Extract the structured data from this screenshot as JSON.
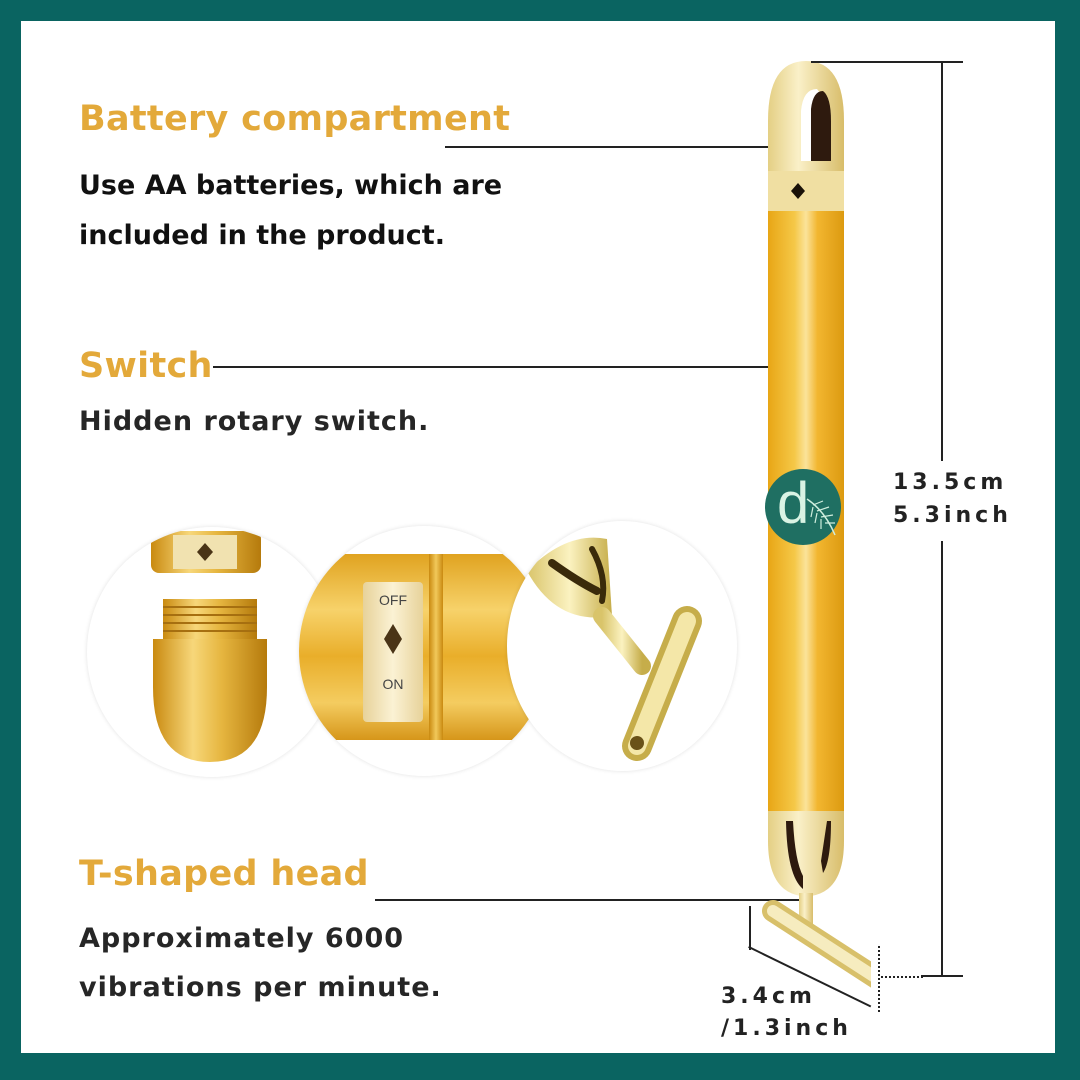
{
  "frame": {
    "border_color": "#0a6461",
    "background": "#ffffff"
  },
  "colors": {
    "heading": "#e3a93a",
    "body_text": "#111111",
    "gold_body": "#f2b630",
    "gold_cap": "#efe0a0",
    "logo_bg": "#1f6f62"
  },
  "features": [
    {
      "title": "Battery compartment",
      "description_lines": [
        "Use AA batteries, which are",
        "included in the product."
      ]
    },
    {
      "title": "Switch",
      "description_lines": [
        "Hidden rotary switch."
      ]
    },
    {
      "title": "T-shaped head",
      "description_lines": [
        "Approximately 6000",
        "vibrations per minute."
      ]
    }
  ],
  "dimensions": {
    "length_cm": "13.5cm",
    "length_inch": "5.3inch",
    "head_cm": "3.4cm",
    "head_inch": "/1.3inch"
  },
  "switch_labels": {
    "off": "OFF",
    "on": "ON"
  },
  "logo": {
    "letter": "d"
  },
  "detail_images": [
    {
      "name": "battery-cap-exploded"
    },
    {
      "name": "rotary-switch-closeup"
    },
    {
      "name": "t-head-closeup"
    }
  ]
}
